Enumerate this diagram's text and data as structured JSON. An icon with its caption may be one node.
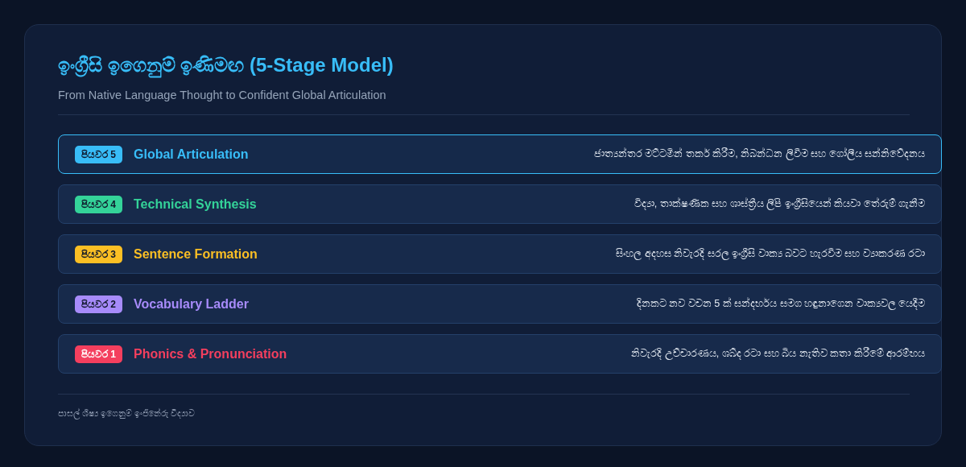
{
  "diagram": {
    "title": "ඉංග්‍රීසි ඉගෙනුම් ඉණිමඟ (5-Stage Model)",
    "nodes": [
      {
        "text": [
          "Global Articulation",
          "ජාත්‍යන්තර මට්ටමින් තර්ක කිරීම, නිබන්ධන ලිවීම සහ ගෝලීය සන්නිවේදනය"
        ]
      },
      {
        "text": [
          "පියවර 5"
        ],
        "in": 0
      },
      {
        "text": [
          "Technical Synthesis",
          "විද්‍යා, තාක්ෂණික සහ ශාස්ත්‍රීය ලිපි ඉංග්‍රීසියෙන් කියවා තේරුම් ගැනීම"
        ]
      },
      {
        "text": [
          "පියවර 4"
        ],
        "in": 2
      },
      {
        "text": [
          "Sentence Formation",
          "සිංහල අදහස නිවැරදි සරල ඉංග්‍රීසි වාක්‍ය බවට හැරවීම සහ ව්‍යාකරණ රටා"
        ]
      },
      {
        "text": [
          "පියවර 3"
        ],
        "in": 4
      },
      {
        "text": [
          "Vocabulary Ladder",
          "දිනකට නව වචන 5 ක් සන්දර්භය සමග හඳුනාගෙන වාක්‍යවල යෙදීම"
        ]
      },
      {
        "text": [
          "පියවර 2"
        ],
        "in": 6
      },
      {
        "text": [
          "Phonics & Pronunciation",
          "නිවැරදි උච්චාරණය, ශබ්ද රටා සහ බිය නැතිව කතා කිරීමේ ආරම්භය"
        ]
      },
      {
        "text": [
          "පියවර 1"
        ],
        "in": 8
      }
    ],
    "labels": [
      "From Native Language Thought to Confident Global Articulation",
      "පාසල් ශිෂ්‍ය ඉගෙනුම් ඉංජිනේරු විද්‍යාව"
    ]
  }
}
